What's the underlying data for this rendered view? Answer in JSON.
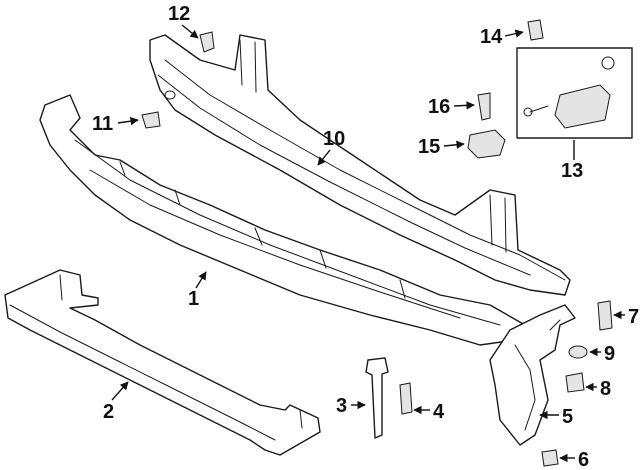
{
  "callouts": [
    {
      "label": "12"
    },
    {
      "label": "11"
    },
    {
      "label": "10"
    },
    {
      "label": "1"
    },
    {
      "label": "2"
    },
    {
      "label": "3"
    },
    {
      "label": "4"
    },
    {
      "label": "14"
    },
    {
      "label": "16"
    },
    {
      "label": "15"
    },
    {
      "label": "13"
    },
    {
      "label": "7"
    },
    {
      "label": "9"
    },
    {
      "label": "8"
    },
    {
      "label": "5"
    },
    {
      "label": "6"
    }
  ]
}
